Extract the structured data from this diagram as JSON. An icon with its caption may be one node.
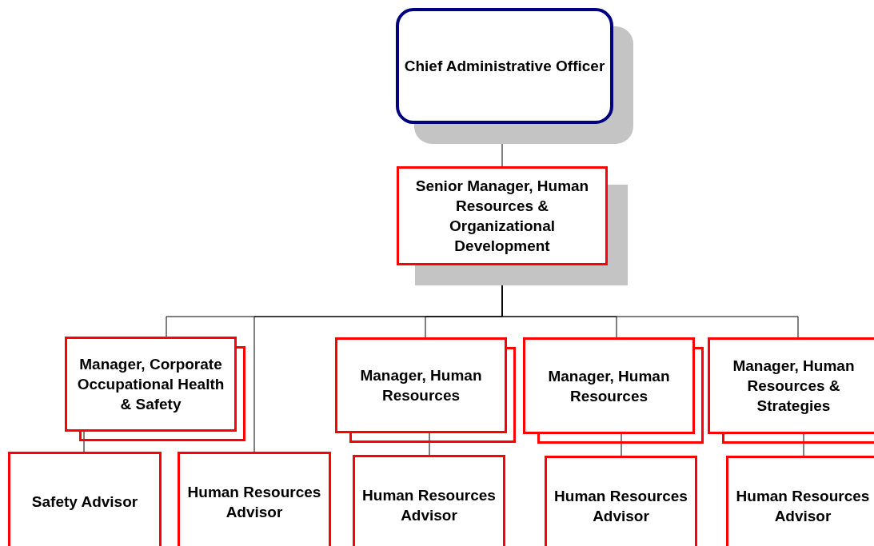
{
  "diagram": {
    "nodes": [
      {
        "text": [
          "Chief Administrative Officer"
        ]
      },
      {
        "text": [
          "Senior Manager, Human Resources & Organizational Development"
        ]
      },
      {
        "text": [
          "Manager, Corporate Occupational Health & Safety"
        ]
      },
      {
        "text": [
          "Manager, Human Resources"
        ]
      },
      {
        "text": [
          "Manager, Human Resources"
        ]
      },
      {
        "text": [
          "Manager, Human Resources & Strategies"
        ]
      },
      {
        "text": [
          "Safety Advisor"
        ]
      },
      {
        "text": [
          "Human Resources Advisor"
        ]
      },
      {
        "text": [
          "Human Resources Advisor"
        ]
      },
      {
        "text": [
          "Human Resources Advisor"
        ]
      },
      {
        "text": [
          "Human Resources Advisor"
        ]
      }
    ],
    "edges": [
      {
        "from": 0,
        "to": 1,
        "arrow": "none"
      },
      {
        "from": 1,
        "to": 2,
        "arrow": "none"
      },
      {
        "from": 1,
        "to": 7,
        "arrow": "none"
      },
      {
        "from": 1,
        "to": 3,
        "arrow": "none"
      },
      {
        "from": 1,
        "to": 4,
        "arrow": "none"
      },
      {
        "from": 1,
        "to": 5,
        "arrow": "none"
      },
      {
        "from": 2,
        "to": 6,
        "arrow": "none"
      },
      {
        "from": 3,
        "to": 8,
        "arrow": "none"
      },
      {
        "from": 4,
        "to": 9,
        "arrow": "none"
      },
      {
        "from": 5,
        "to": 10,
        "arrow": "none"
      }
    ]
  }
}
